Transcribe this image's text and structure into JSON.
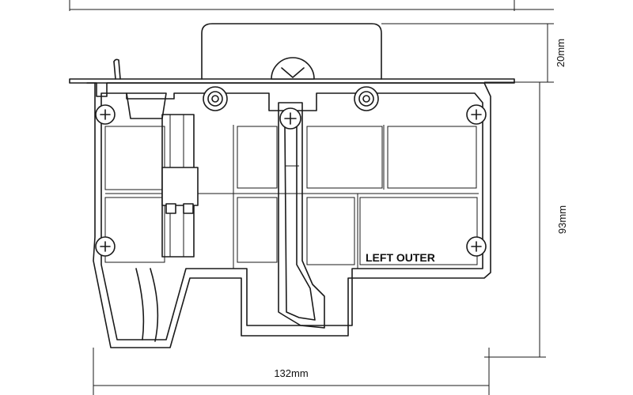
{
  "dimensions": {
    "width": "132mm",
    "height": "93mm",
    "top": "20mm"
  },
  "part_label": "LEFT OUTER"
}
